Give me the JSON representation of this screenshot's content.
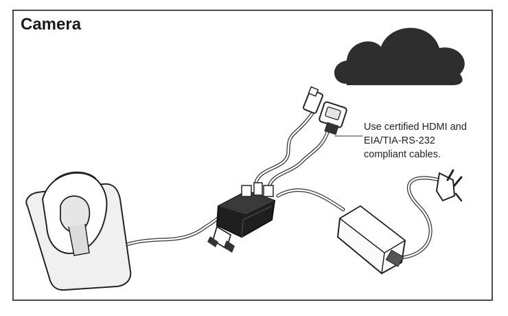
{
  "diagram": {
    "title": "Camera",
    "note_lines": [
      "Use certified HDMI and",
      "EIA/TIA-RS-232",
      "compliant cables."
    ]
  },
  "colors": {
    "frame": "#4a4a4a",
    "cloud": "#2e2e2e",
    "ink": "#222222",
    "device_dark": "#1f1f1f"
  },
  "icons": [
    "cloud-icon",
    "camera-icon",
    "hub-icon",
    "power-adapter-icon",
    "power-plug-icon",
    "hdmi-connector-icon",
    "serial-connector-icon"
  ]
}
